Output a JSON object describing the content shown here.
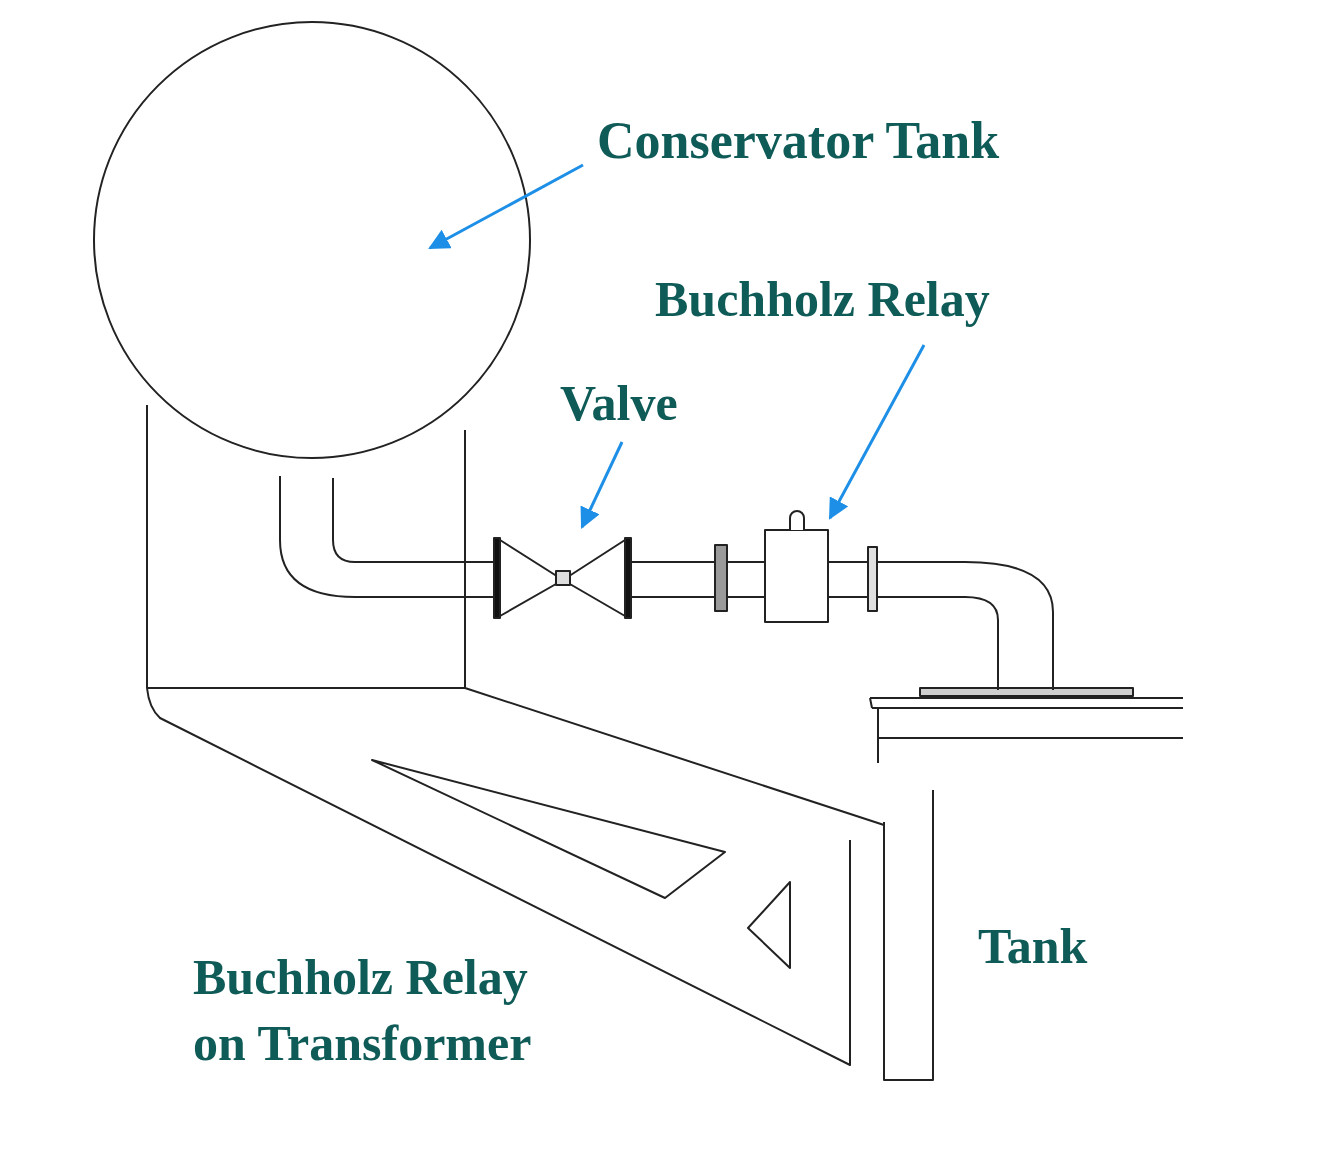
{
  "diagram": {
    "caption": "Buchholz Relay on Transformer",
    "labels": [
      "Conservator Tank",
      "Buchholz Relay",
      "Valve",
      "Tank"
    ]
  }
}
